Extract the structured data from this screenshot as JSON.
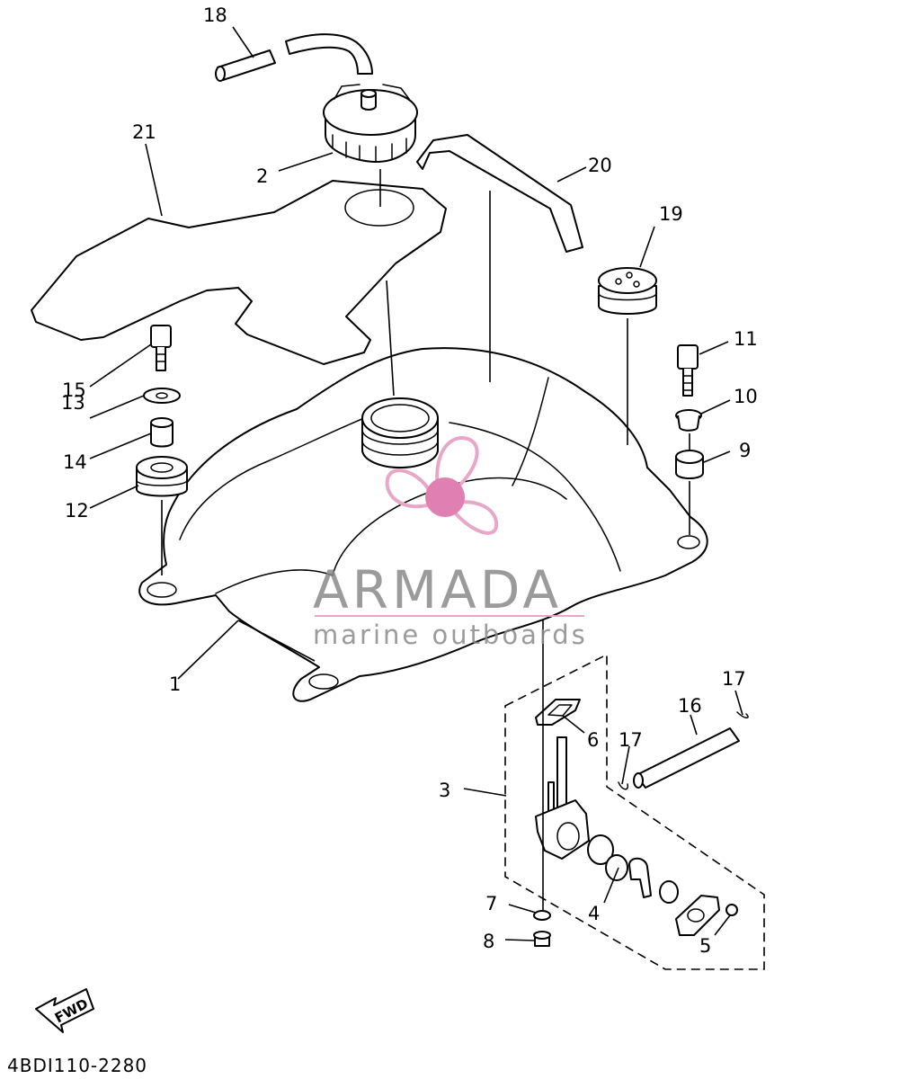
{
  "diagram": {
    "callouts": [
      {
        "id": "1",
        "label": "1"
      },
      {
        "id": "2",
        "label": "2"
      },
      {
        "id": "3",
        "label": "3"
      },
      {
        "id": "4",
        "label": "4"
      },
      {
        "id": "5",
        "label": "5"
      },
      {
        "id": "6",
        "label": "6"
      },
      {
        "id": "7",
        "label": "7"
      },
      {
        "id": "8",
        "label": "8"
      },
      {
        "id": "9",
        "label": "9"
      },
      {
        "id": "10",
        "label": "10"
      },
      {
        "id": "11",
        "label": "11"
      },
      {
        "id": "12",
        "label": "12"
      },
      {
        "id": "13",
        "label": "13"
      },
      {
        "id": "14",
        "label": "14"
      },
      {
        "id": "15",
        "label": "15"
      },
      {
        "id": "16",
        "label": "16"
      },
      {
        "id": "17a",
        "label": "17"
      },
      {
        "id": "17b",
        "label": "17"
      },
      {
        "id": "18",
        "label": "18"
      },
      {
        "id": "19",
        "label": "19"
      },
      {
        "id": "20",
        "label": "20"
      },
      {
        "id": "21",
        "label": "21"
      }
    ],
    "direction_arrow_label": "FWD",
    "drawing_code": "4BDI110-2280"
  },
  "watermark": {
    "title": "ARMADA",
    "subtitle": "marine outboards",
    "colors": {
      "logo_pink": "#e8a6c8",
      "logo_pink_dark": "#e07fb2",
      "text_gray": "#8a8a8a"
    }
  }
}
